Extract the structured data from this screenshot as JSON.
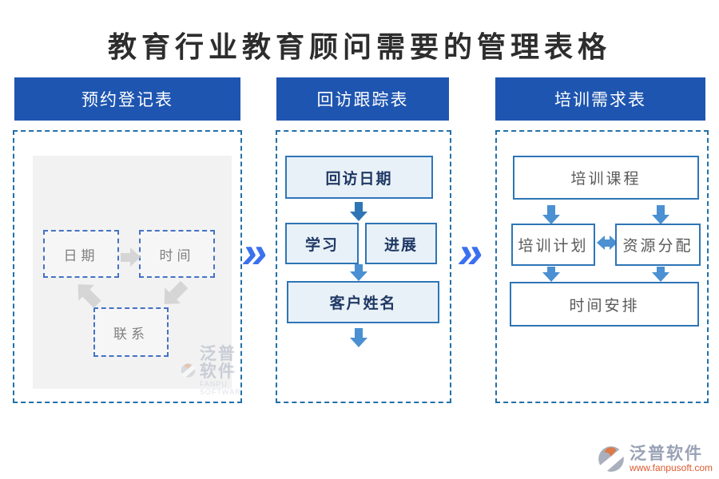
{
  "page": {
    "title": "教育行业教育顾问需要的管理表格"
  },
  "separator": {
    "symbol": "»"
  },
  "columns": [
    {
      "header": "预约登记表",
      "nodes": {
        "date": "日期",
        "time": "时间",
        "contact": "联系"
      }
    },
    {
      "header": "回访跟踪表",
      "nodes": {
        "visit_date": "回访日期",
        "study": "学习",
        "progress": "进展",
        "customer": "客户姓名"
      }
    },
    {
      "header": "培训需求表",
      "nodes": {
        "course": "培训课程",
        "plan": "培训计划",
        "resource": "资源分配",
        "schedule": "时间安排"
      }
    }
  ],
  "watermark": {
    "brand": "泛普软件",
    "brand_en": "FANPU SOFTWARE",
    "url": "www.fanpusoft.com"
  },
  "colors": {
    "header_bg": "#1e55b0",
    "container_dash": "#2270a8",
    "node_border": "#2e75b6",
    "node_fill": "#e9f1f8",
    "arrow_blue": "#4a90d2",
    "arrow_dark": "#2e75b6",
    "arrow_gray": "#d5d5d5",
    "chevron": "#3b70ee",
    "brand_gray": "#99a1b5",
    "brand_orange": "#dd5a2e"
  }
}
